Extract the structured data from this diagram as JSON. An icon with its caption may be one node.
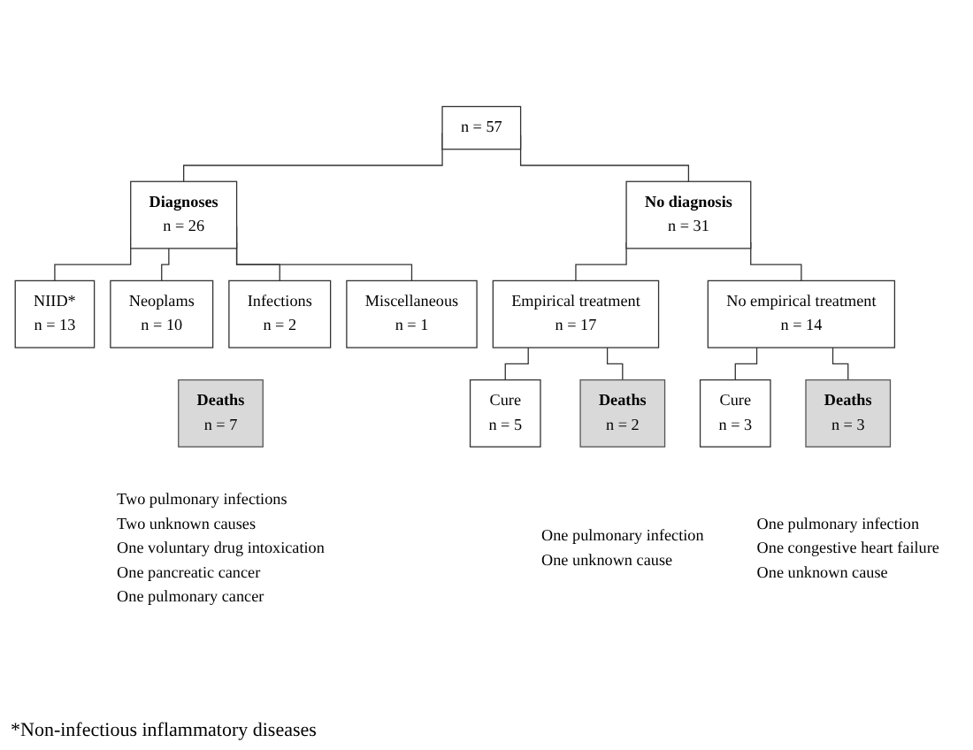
{
  "diagram": {
    "nodes": [
      {
        "text": [
          "n = 57"
        ]
      },
      {
        "text": [
          "Diagnoses",
          "n = 26"
        ]
      },
      {
        "text": [
          "No diagnosis",
          "n = 31"
        ]
      },
      {
        "text": [
          "NIID*",
          "n = 13"
        ]
      },
      {
        "text": [
          "Neoplams",
          "n = 10"
        ]
      },
      {
        "text": [
          "Infections",
          "n = 2"
        ]
      },
      {
        "text": [
          "Miscellaneous",
          "n = 1"
        ]
      },
      {
        "text": [
          "Empirical treatment",
          "n = 17"
        ]
      },
      {
        "text": [
          "No empirical treatment",
          "n = 14"
        ]
      },
      {
        "text": [
          "Deaths",
          "n = 7"
        ],
        "beside": [
          "Two pulmonary infections",
          "Two unknown causes",
          "One voluntary drug intoxication",
          "One pancreatic cancer",
          "One pulmonary cancer"
        ]
      },
      {
        "text": [
          "Cure",
          "n = 5"
        ]
      },
      {
        "text": [
          "Cure",
          "n = 3"
        ]
      },
      {
        "text": [
          "Deaths",
          "n = 2"
        ],
        "beside": [
          "One pulmonary infection",
          "One unknown cause"
        ]
      },
      {
        "text": [
          "Deaths",
          "n = 3"
        ],
        "beside": [
          "One pulmonary infection",
          "One congestive heart failure",
          "One unknown cause"
        ]
      }
    ],
    "edges": [
      {
        "from": 0,
        "to": 1,
        "arrow": "none"
      },
      {
        "from": 0,
        "to": 2,
        "arrow": "none"
      },
      {
        "from": 1,
        "to": 3,
        "arrow": "none"
      },
      {
        "from": 1,
        "to": 4,
        "arrow": "none"
      },
      {
        "from": 1,
        "to": 5,
        "arrow": "none"
      },
      {
        "from": 1,
        "to": 6,
        "arrow": "none"
      },
      {
        "from": 2,
        "to": 7,
        "arrow": "none"
      },
      {
        "from": 2,
        "to": 8,
        "arrow": "none"
      },
      {
        "from": 7,
        "to": 10,
        "arrow": "none"
      },
      {
        "from": 7,
        "to": 12,
        "arrow": "none"
      },
      {
        "from": 8,
        "to": 11,
        "arrow": "none"
      },
      {
        "from": 8,
        "to": 13,
        "arrow": "none"
      }
    ],
    "labels": [
      "*Non-infectious inflammatory diseases"
    ]
  }
}
